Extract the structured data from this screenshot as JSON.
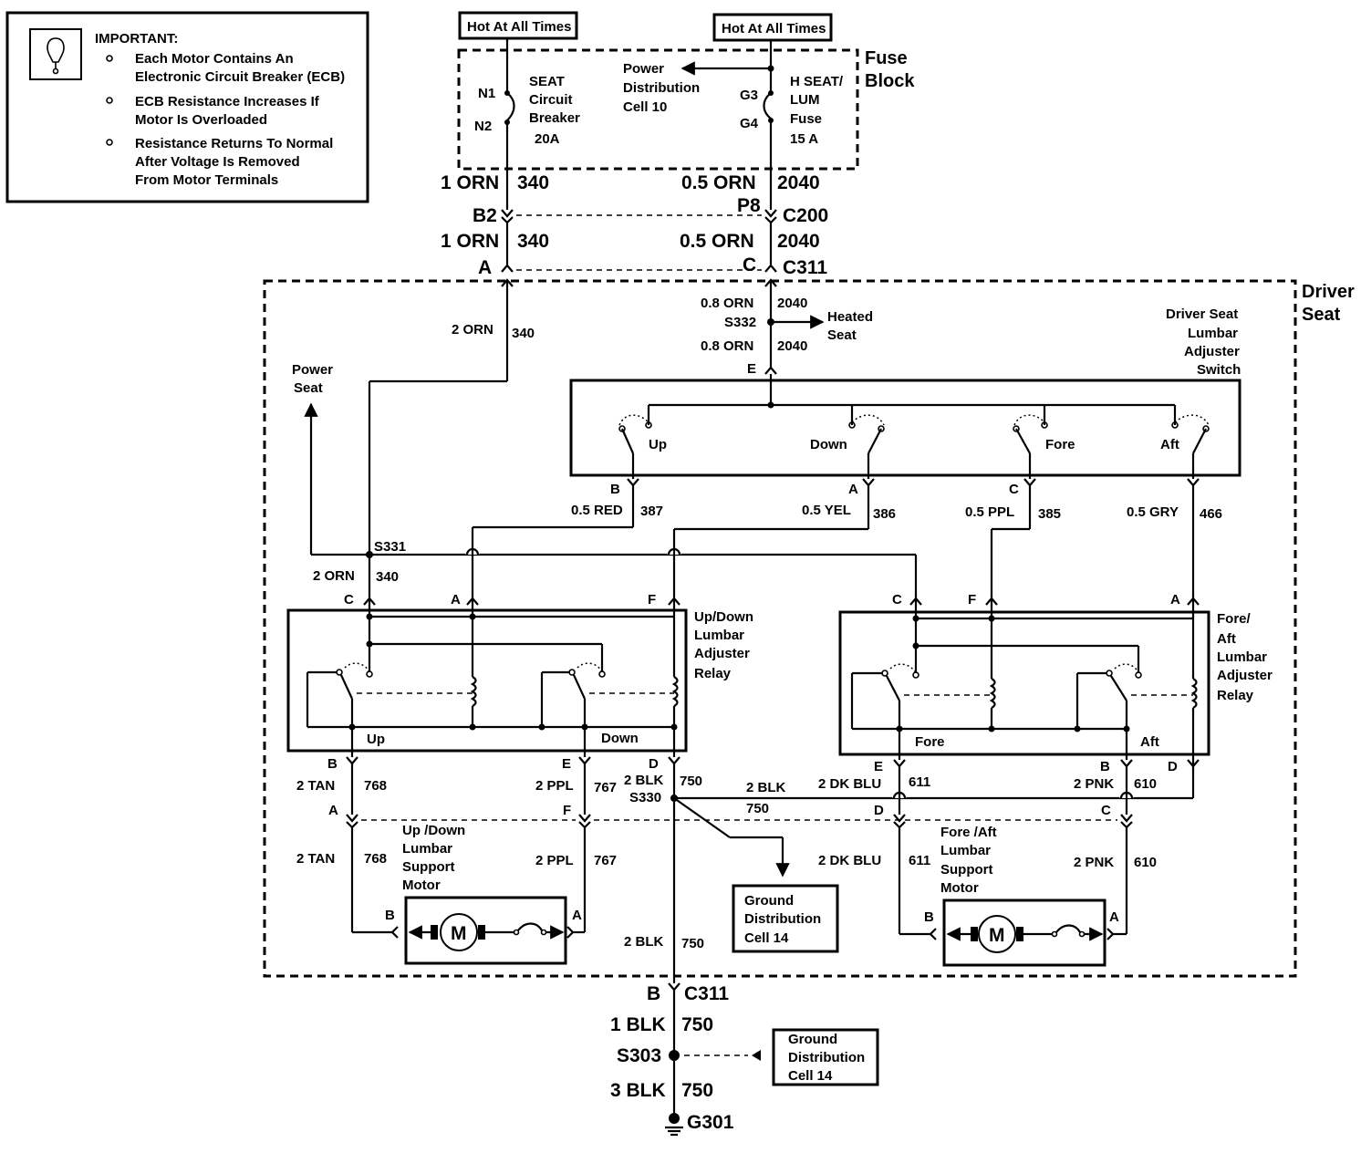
{
  "notice": {
    "title": "IMPORTANT:",
    "items": [
      [
        "Each Motor Contains An",
        "Electronic Circuit Breaker (ECB)"
      ],
      [
        "ECB Resistance Increases If",
        "Motor Is Overloaded"
      ],
      [
        "Resistance Returns To Normal",
        "After Voltage Is Removed",
        "From Motor Terminals"
      ]
    ]
  },
  "hot_labels": [
    "Hot At All Times",
    "Hot At All Times"
  ],
  "fuse_block": {
    "title": [
      "Fuse",
      "Block"
    ],
    "breaker_pins": [
      "N1",
      "N2"
    ],
    "breaker_label": [
      "SEAT",
      "Circuit",
      "Breaker",
      "20A"
    ],
    "fuse_pins": [
      "G3",
      "G4"
    ],
    "fuse_label": [
      "H SEAT/",
      "LUM",
      "Fuse",
      "15 A"
    ],
    "power_dist": [
      "Power",
      "Distribution",
      "Cell 10"
    ]
  },
  "connectors": {
    "c200": {
      "left_pin": "B2",
      "right_pin": "P8",
      "name": "C200"
    },
    "c311_top": {
      "left_pin": "A",
      "right_pin": "C",
      "name": "C311"
    },
    "c311_bottom": {
      "pin": "B",
      "name": "C311"
    }
  },
  "wires": {
    "w340a": {
      "gauge": "1 ORN",
      "circuit": "340"
    },
    "w2040a": {
      "gauge": "0.5 ORN",
      "circuit": "2040"
    },
    "w340b": {
      "gauge": "1 ORN",
      "circuit": "340"
    },
    "w2040b": {
      "gauge": "0.5 ORN",
      "circuit": "2040"
    },
    "w340c": {
      "gauge": "2 ORN",
      "circuit": "340"
    },
    "w2040c": {
      "gauge": "0.8 ORN",
      "circuit": "2040"
    },
    "w2040d": {
      "gauge": "0.8 ORN",
      "circuit": "2040"
    },
    "w387": {
      "gauge": "0.5 RED",
      "circuit": "387"
    },
    "w386": {
      "gauge": "0.5 YEL",
      "circuit": "386"
    },
    "w385": {
      "gauge": "0.5 PPL",
      "circuit": "385"
    },
    "w466": {
      "gauge": "0.5 GRY",
      "circuit": "466"
    },
    "w340d": {
      "gauge": "2 ORN",
      "circuit": "340"
    },
    "w768a": {
      "gauge": "2  TAN",
      "circuit": "768"
    },
    "w767a": {
      "gauge": "2 PPL",
      "circuit": "767"
    },
    "w750a": {
      "gauge": "2 BLK",
      "circuit": "750"
    },
    "w750h": {
      "gauge": "2 BLK",
      "circuit": "750"
    },
    "w611a": {
      "gauge": "2 DK BLU",
      "circuit": "611"
    },
    "w610a": {
      "gauge": "2 PNK",
      "circuit": "610"
    },
    "w768b": {
      "gauge": "2  TAN",
      "circuit": "768"
    },
    "w767b": {
      "gauge": "2 PPL",
      "circuit": "767"
    },
    "w611b": {
      "gauge": "2 DK BLU",
      "circuit": "611"
    },
    "w610b": {
      "gauge": "2 PNK",
      "circuit": "610"
    },
    "w750b": {
      "gauge": "2 BLK",
      "circuit": "750"
    },
    "w750c": {
      "gauge": "1 BLK",
      "circuit": "750"
    },
    "w750d": {
      "gauge": "3 BLK",
      "circuit": "750"
    }
  },
  "splices": {
    "s332": "S332",
    "s331": "S331",
    "s330": "S330",
    "s303": "S303",
    "g301": "G301"
  },
  "driver_seat": [
    "Driver",
    "Seat"
  ],
  "power_seat": [
    "Power",
    "Seat"
  ],
  "heated_seat": [
    "Heated",
    "Seat"
  ],
  "lumbar_switch": {
    "title": [
      "Driver Seat",
      "Lumbar",
      "Adjuster",
      "Switch"
    ],
    "pin_e": "E",
    "positions": [
      "Up",
      "Down",
      "Fore",
      "Aft"
    ],
    "pins": [
      "B",
      "A",
      "C"
    ]
  },
  "updown_relay": {
    "title": [
      "Up/Down",
      "Lumbar",
      "Adjuster",
      "Relay"
    ],
    "top_pins": [
      "C",
      "A",
      "F"
    ],
    "bottom_pins": [
      "B",
      "E",
      "D"
    ],
    "contacts": [
      "Up",
      "Down"
    ]
  },
  "foreaft_relay": {
    "title": [
      "Fore/",
      "Aft",
      "Lumbar",
      "Adjuster",
      "Relay"
    ],
    "top_pins": [
      "C",
      "F",
      "A"
    ],
    "bottom_pins": [
      "E",
      "B",
      "D"
    ],
    "contacts": [
      "Fore",
      "Aft"
    ]
  },
  "updown_motor": {
    "title": [
      "Up /Down",
      "Lumbar",
      "Support",
      "Motor"
    ],
    "pins": [
      "A",
      "F",
      "B",
      "A"
    ],
    "symbol": "M"
  },
  "foreaft_motor": {
    "title": [
      "Fore /Aft",
      "Lumbar",
      "Support",
      "Motor"
    ],
    "pins": [
      "D",
      "C",
      "B",
      "A"
    ],
    "symbol": "M"
  },
  "ground_dist_1": [
    "Ground",
    "Distribution",
    "Cell 14"
  ],
  "ground_dist_2": [
    "Ground",
    "Distribution",
    "Cell 14"
  ]
}
